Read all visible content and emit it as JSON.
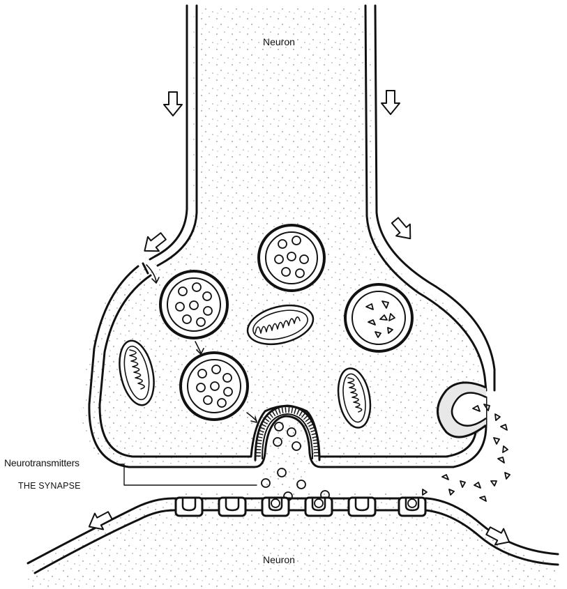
{
  "labels": {
    "neuron_top": "Neuron",
    "neuron_bottom": "Neuron",
    "neurotransmitters": "Neurotransmitters",
    "synapse": "THE SYNAPSE"
  },
  "style": {
    "ink": "#111111",
    "background": "#ffffff"
  }
}
